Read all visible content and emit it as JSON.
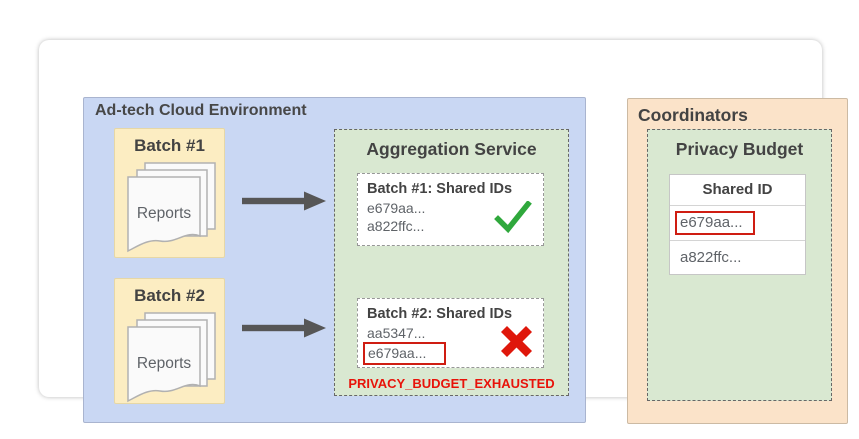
{
  "adtech": {
    "title": "Ad-tech Cloud Environment",
    "batches": [
      {
        "label": "Batch #1",
        "doc_label": "Reports"
      },
      {
        "label": "Batch #2",
        "doc_label": "Reports"
      }
    ],
    "aggregation": {
      "title": "Aggregation Service",
      "results": [
        {
          "title": "Batch #1: Shared IDs",
          "ids": [
            "e679aa...",
            "a822ffc..."
          ],
          "status": "success"
        },
        {
          "title": "Batch #2: Shared IDs",
          "ids": [
            "aa5347...",
            "e679aa..."
          ],
          "status": "failure",
          "highlighted_id": "e679aa..."
        }
      ],
      "error_label": "PRIVACY_BUDGET_EXHAUSTED"
    }
  },
  "coordinators": {
    "title": "Coordinators",
    "privacy_budget": {
      "title": "Privacy Budget",
      "table": {
        "header": "Shared ID",
        "rows": [
          {
            "id": "e679aa...",
            "highlighted": true
          },
          {
            "id": "a822ffc...",
            "highlighted": false
          }
        ]
      }
    }
  },
  "colors": {
    "env_blue": "#c9d7f3",
    "batch_yellow": "#fcedc2",
    "service_green": "#d9e8d1",
    "coordinator_orange": "#fbe3c9",
    "success_green": "#2fa83c",
    "error_red": "#e8130a",
    "highlight_red": "#cf1d12",
    "arrow_gray": "#565656",
    "title_gray": "#434343",
    "body_gray": "#5f6368"
  }
}
